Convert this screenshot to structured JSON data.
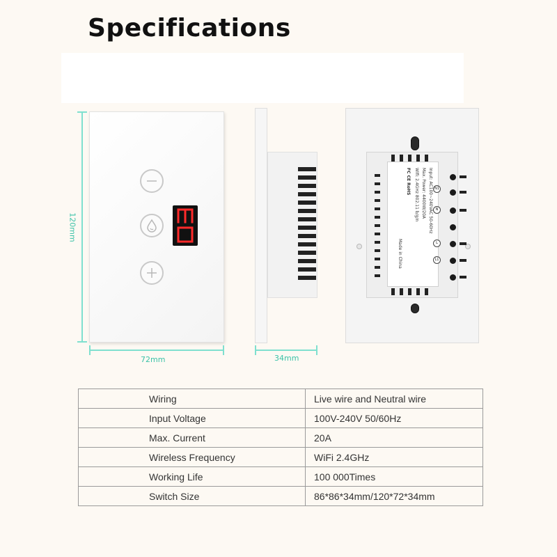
{
  "title": "Specifications",
  "dimensions": {
    "height": "120mm",
    "width": "72mm",
    "depth": "34mm"
  },
  "front_panel": {
    "display_text": "30",
    "buttons": [
      "minus-icon",
      "drop-icon",
      "plus-icon"
    ]
  },
  "back_label": {
    "lines": [
      "Input: AC100~240VAC 50-60Hz",
      "Max. Power: 4400W/20A",
      "Wifi: 2.4GHz 802.11 b/g/n",
      "FC CE RoHS",
      "Made in China"
    ],
    "terminals": [
      "N1",
      "N",
      "L",
      "L1"
    ]
  },
  "spec_table": [
    {
      "key": "Wiring",
      "value": "Live wire and Neutral wire"
    },
    {
      "key": "Input Voltage",
      "value": "100V-240V 50/60Hz"
    },
    {
      "key": "Max. Current",
      "value": "20A"
    },
    {
      "key": "Wireless Frequency",
      "value": "WiFi 2.4GHz"
    },
    {
      "key": "Working Life",
      "value": "100 000Times"
    },
    {
      "key": "Switch Size",
      "value": "86*86*34mm/120*72*34mm"
    }
  ],
  "colors": {
    "dimension": "#7fe0cf",
    "display_digits": "#ff2a2a",
    "background": "#fdf9f3"
  }
}
